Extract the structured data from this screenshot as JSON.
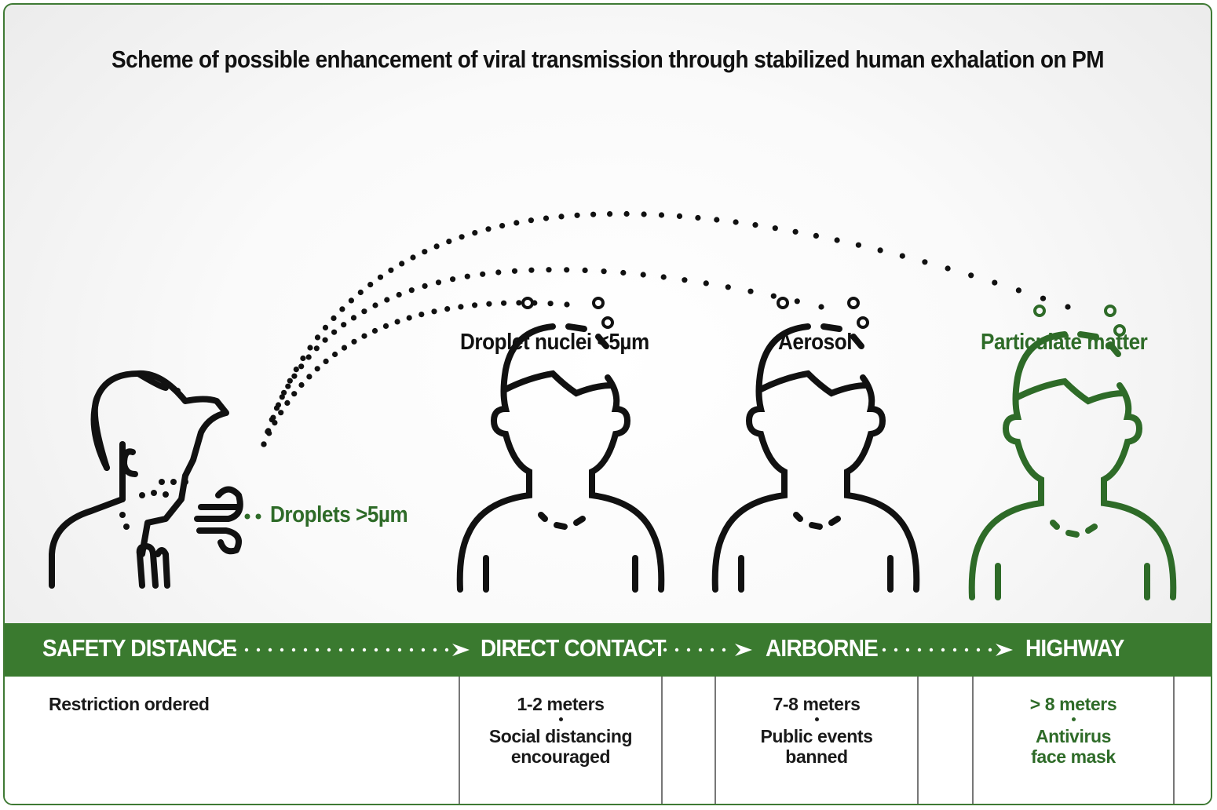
{
  "title": "Scheme of possible enhancement of viral transmission through stabilized human exhalation on PM",
  "labels": {
    "droplets": "Droplets >5µm",
    "droplet_nuclei": "Droplet nuclei <5µm",
    "aerosol": "Aerosol",
    "particulate_matter": "Particulate matter"
  },
  "band": {
    "safety_distance": "SAFETY DISTANCE",
    "direct_contact": "DIRECT CONTACT",
    "airborne": "AIRBORNE",
    "highway": "HIGHWAY"
  },
  "table": {
    "restriction": "Restriction ordered",
    "direct": {
      "distance": "1-2 meters",
      "measure_line1": "Social distancing",
      "measure_line2": "encouraged"
    },
    "airborne": {
      "distance": "7-8 meters",
      "measure_line1": "Public events",
      "measure_line2": "banned"
    },
    "highway": {
      "distance": "> 8 meters",
      "measure_line1": "Antivirus",
      "measure_line2": "face mask"
    }
  },
  "colors": {
    "accent_green": "#3a7a2f",
    "text_dark": "#111111",
    "icon_green": "#2e6b28"
  },
  "icons": [
    "coughing-person-icon",
    "person-icon",
    "person-icon",
    "person-icon-green"
  ]
}
